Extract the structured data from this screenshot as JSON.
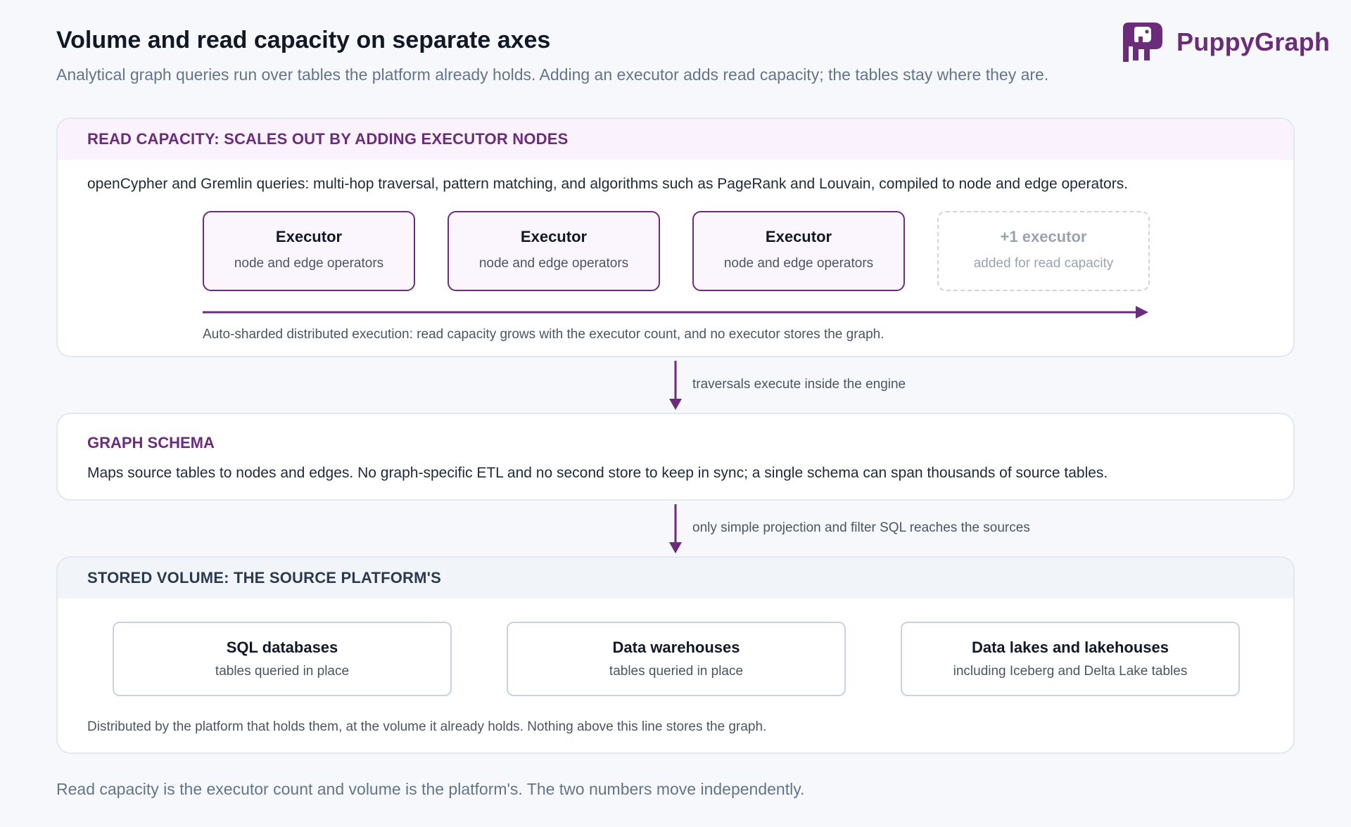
{
  "header": {
    "title": "Volume and read capacity on separate axes",
    "subtitle": "Analytical graph queries run over tables the platform already holds. Adding an executor adds read capacity; the tables stay where they are."
  },
  "logo": {
    "text": "PuppyGraph",
    "icon": "puppy-logo-icon",
    "color": "#6b2d7a"
  },
  "read_panel": {
    "header": "READ CAPACITY: SCALES OUT BY ADDING EXECUTOR NODES",
    "description": "openCypher and Gremlin queries: multi-hop traversal, pattern matching, and algorithms such as PageRank and Louvain, compiled to node and edge operators.",
    "executors": [
      {
        "title": "Executor",
        "subtitle": "node and edge operators"
      },
      {
        "title": "Executor",
        "subtitle": "node and edge operators"
      },
      {
        "title": "Executor",
        "subtitle": "node and edge operators"
      }
    ],
    "added_executor": {
      "title": "+1 executor",
      "subtitle": "added for read capacity"
    },
    "caption": "Auto-sharded distributed execution: read capacity grows with the executor count, and no executor stores the graph."
  },
  "connectors": {
    "first": "traversals execute inside the engine",
    "second": "only simple projection and filter SQL reaches the sources"
  },
  "schema_panel": {
    "title": "GRAPH SCHEMA",
    "description": "Maps source tables to nodes and edges. No graph-specific ETL and no second store to keep in sync; a single schema can span thousands of source tables."
  },
  "volume_panel": {
    "header": "STORED VOLUME: THE SOURCE PLATFORM'S",
    "sources": [
      {
        "title": "SQL databases",
        "subtitle": "tables queried in place"
      },
      {
        "title": "Data warehouses",
        "subtitle": "tables queried in place"
      },
      {
        "title": "Data lakes and lakehouses",
        "subtitle": "including Iceberg and Delta Lake tables"
      }
    ],
    "caption": "Distributed by the platform that holds them, at the volume it already holds. Nothing above this line stores the graph."
  },
  "footer": {
    "note": "Read capacity is the executor count and volume is the platform's. The two numbers move independently."
  },
  "colors": {
    "accent": "#6b2d7a",
    "text": "#111827",
    "muted": "#64748b"
  }
}
